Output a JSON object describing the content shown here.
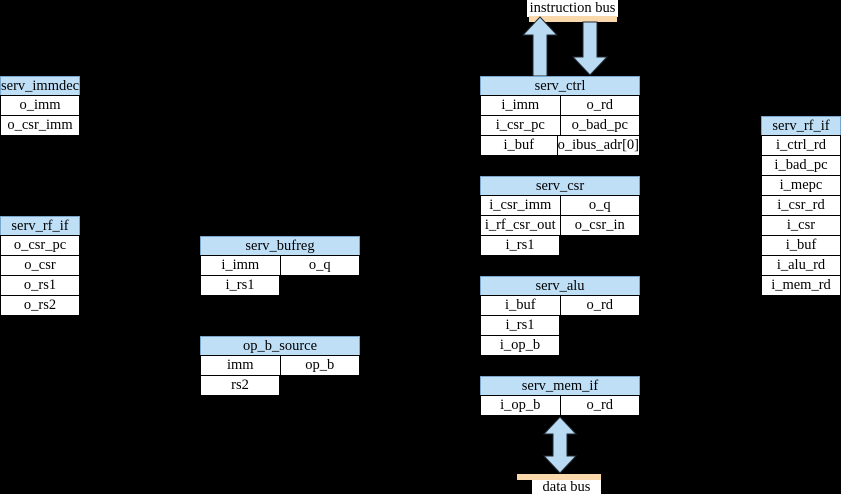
{
  "colors": {
    "background": "#000000",
    "module_header_fill": "#bfdff7",
    "module_header_border": "#7aa6cb",
    "cell_fill": "#ffffff",
    "cell_border": "#000000",
    "arrow_fill": "#b8daf3",
    "arrow_outline": "#222a33",
    "bus_bar": "#f9d8ab",
    "text": "#000000"
  },
  "icons": {
    "instruction_read_arrow": "up-arrow",
    "instruction_fetch_arrow": "down-arrow",
    "data_transfer_arrow": "double-vertical-arrow"
  },
  "instruction_bus": {
    "label": "instruction bus"
  },
  "data_bus": {
    "label": "data bus"
  },
  "modules": {
    "serv_immdec": {
      "title": "serv_immdec",
      "rows": [
        [
          "o_imm"
        ],
        [
          "o_csr_imm"
        ]
      ]
    },
    "serv_rf_if_left": {
      "title": "serv_rf_if",
      "rows": [
        [
          "o_csr_pc"
        ],
        [
          "o_csr"
        ],
        [
          "o_rs1"
        ],
        [
          "o_rs2"
        ]
      ]
    },
    "serv_bufreg": {
      "title": "serv_bufreg",
      "rows": [
        [
          "i_imm",
          "o_q"
        ],
        [
          "i_rs1"
        ]
      ]
    },
    "op_b_source": {
      "title": "op_b_source",
      "rows": [
        [
          "imm",
          "op_b"
        ],
        [
          "rs2"
        ]
      ]
    },
    "serv_ctrl": {
      "title": "serv_ctrl",
      "rows": [
        [
          "i_imm",
          "o_rd"
        ],
        [
          "i_csr_pc",
          "o_bad_pc"
        ],
        [
          "i_buf",
          "o_ibus_adr[0]"
        ]
      ]
    },
    "serv_csr": {
      "title": "serv_csr",
      "rows": [
        [
          "i_csr_imm",
          "o_q"
        ],
        [
          "i_rf_csr_out",
          "o_csr_in"
        ],
        [
          "i_rs1"
        ]
      ]
    },
    "serv_alu": {
      "title": "serv_alu",
      "rows": [
        [
          "i_buf",
          "o_rd"
        ],
        [
          "i_rs1"
        ],
        [
          "i_op_b"
        ]
      ]
    },
    "serv_mem_if": {
      "title": "serv_mem_if",
      "rows": [
        [
          "i_op_b",
          "o_rd"
        ]
      ]
    },
    "serv_rf_if_right": {
      "title": "serv_rf_if",
      "rows": [
        [
          "i_ctrl_rd"
        ],
        [
          "i_bad_pc"
        ],
        [
          "i_mepc"
        ],
        [
          "i_csr_rd"
        ],
        [
          "i_csr"
        ],
        [
          "i_buf"
        ],
        [
          "i_alu_rd"
        ],
        [
          "i_mem_rd"
        ]
      ]
    }
  }
}
